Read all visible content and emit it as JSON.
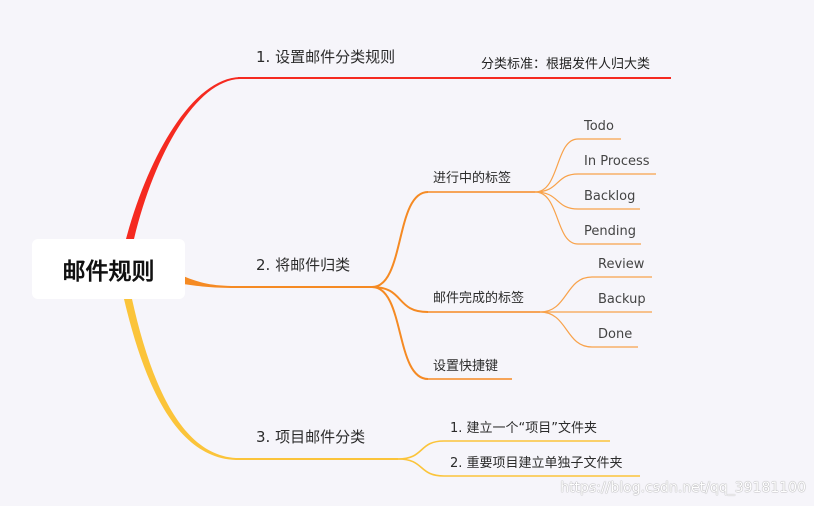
{
  "root": {
    "label": "邮件规则"
  },
  "branches": {
    "b1": {
      "label": "1. 设置邮件分类规则",
      "child": "分类标准：根据发件人归大类"
    },
    "b2": {
      "label": "2. 将邮件归类",
      "g1": {
        "label": "进行中的标签",
        "items": [
          "Todo",
          "In Process",
          "Backlog",
          "Pending"
        ]
      },
      "g2": {
        "label": "邮件完成的标签",
        "items": [
          "Review",
          "Backup",
          "Done"
        ]
      },
      "g3": {
        "label": "设置快捷键"
      }
    },
    "b3": {
      "label": "3. 项目邮件分类",
      "items": [
        "1. 建立一个“项目”文件夹",
        "2. 重要项目建立单独子文件夹"
      ]
    }
  },
  "colors": {
    "red": "#f52a20",
    "orange": "#f58a23",
    "yellow": "#fbc43a",
    "background": "#f6f5fa"
  },
  "watermark": "https://blog.csdn.net/qq_39181100"
}
